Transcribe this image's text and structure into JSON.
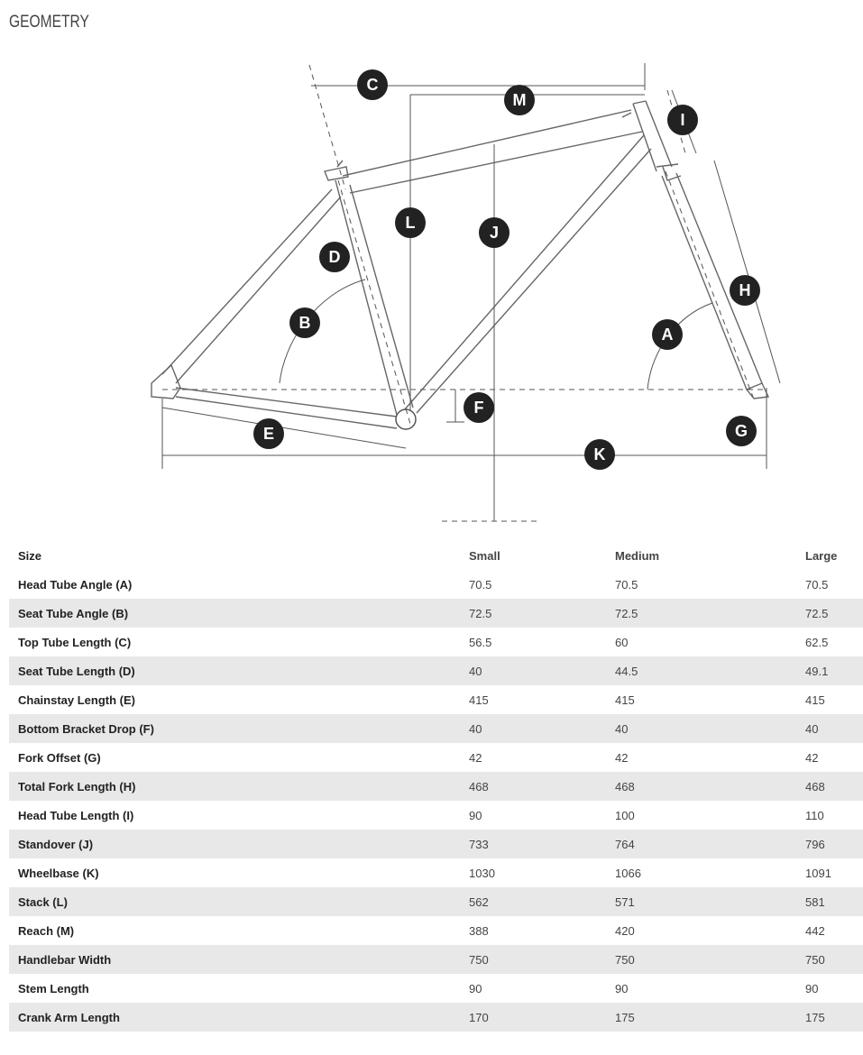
{
  "title": "GEOMETRY",
  "diagram_labels": [
    "A",
    "B",
    "C",
    "D",
    "E",
    "F",
    "G",
    "H",
    "I",
    "J",
    "K",
    "L",
    "M"
  ],
  "table": {
    "headers": [
      "Size",
      "Small",
      "Medium",
      "Large"
    ],
    "rows": [
      [
        "Head Tube Angle (A)",
        "70.5",
        "70.5",
        "70.5"
      ],
      [
        "Seat Tube Angle (B)",
        "72.5",
        "72.5",
        "72.5"
      ],
      [
        "Top Tube Length (C)",
        "56.5",
        "60",
        "62.5"
      ],
      [
        "Seat Tube Length (D)",
        "40",
        "44.5",
        "49.1"
      ],
      [
        "Chainstay Length (E)",
        "415",
        "415",
        "415"
      ],
      [
        "Bottom Bracket Drop (F)",
        "40",
        "40",
        "40"
      ],
      [
        "Fork Offset (G)",
        "42",
        "42",
        "42"
      ],
      [
        "Total Fork Length (H)",
        "468",
        "468",
        "468"
      ],
      [
        "Head Tube Length (I)",
        "90",
        "100",
        "110"
      ],
      [
        "Standover (J)",
        "733",
        "764",
        "796"
      ],
      [
        "Wheelbase (K)",
        "1030",
        "1066",
        "1091"
      ],
      [
        "Stack (L)",
        "562",
        "571",
        "581"
      ],
      [
        "Reach (M)",
        "388",
        "420",
        "442"
      ],
      [
        "Handlebar Width",
        "750",
        "750",
        "750"
      ],
      [
        "Stem Length",
        "90",
        "90",
        "90"
      ],
      [
        "Crank Arm Length",
        "170",
        "175",
        "175"
      ]
    ]
  }
}
